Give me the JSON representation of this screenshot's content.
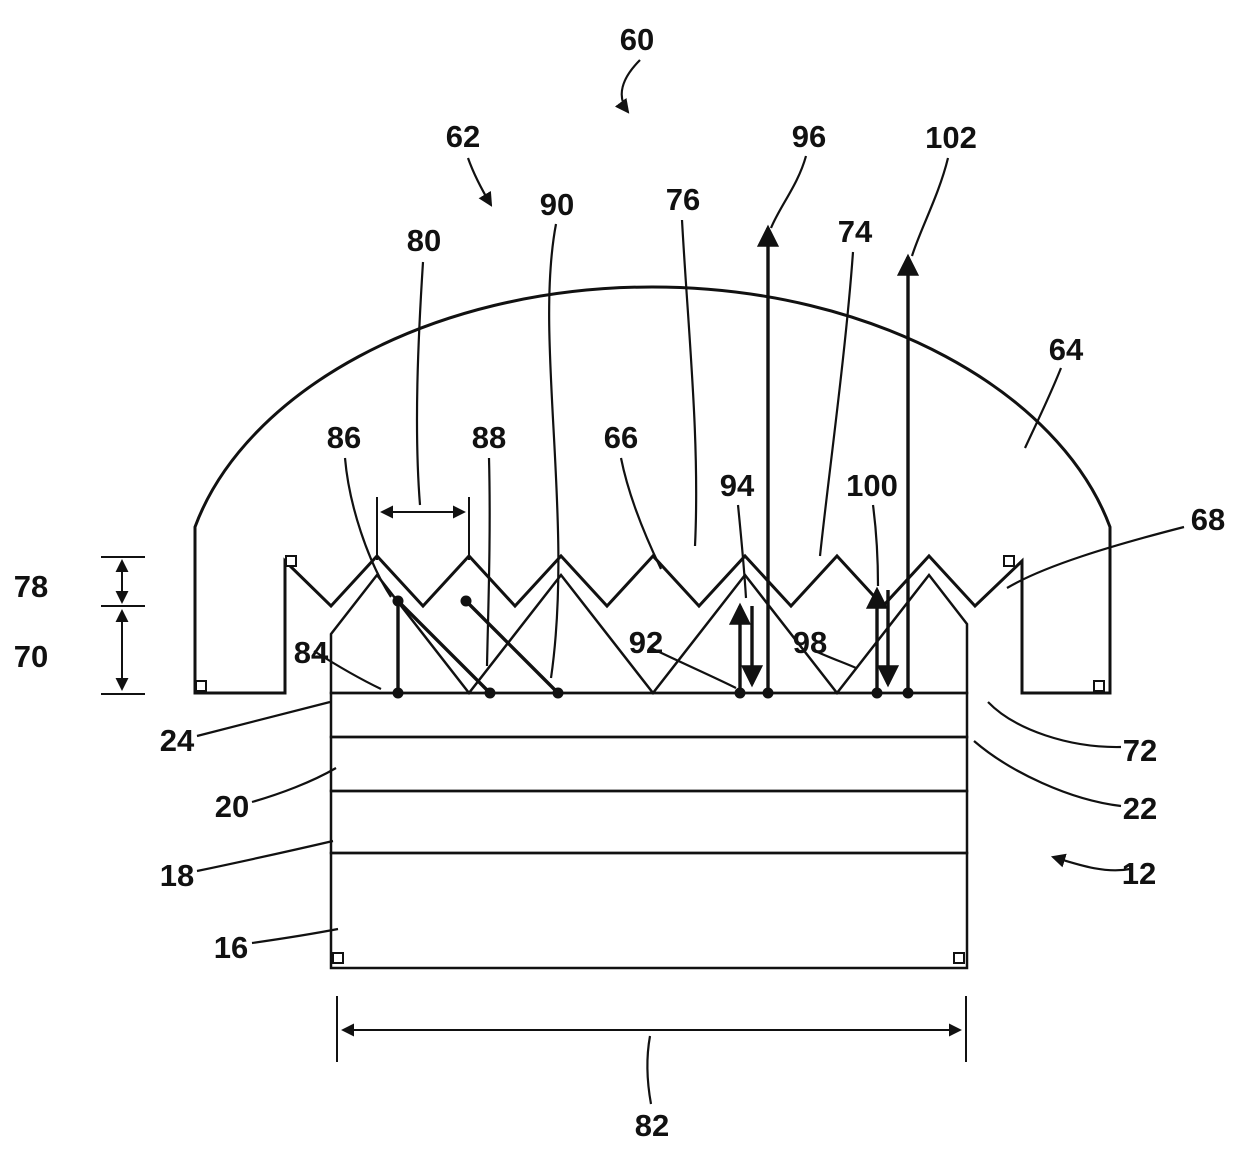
{
  "figure": {
    "kind": "patent-cross-section-diagram",
    "colors": {
      "ink": "#111111",
      "background": "#ffffff"
    }
  },
  "labels": {
    "n12": "12",
    "n16": "16",
    "n18": "18",
    "n20": "20",
    "n22": "22",
    "n24": "24",
    "n60": "60",
    "n62": "62",
    "n64": "64",
    "n66": "66",
    "n68": "68",
    "n70": "70",
    "n72": "72",
    "n74": "74",
    "n76": "76",
    "n78": "78",
    "n80": "80",
    "n82": "82",
    "n84": "84",
    "n86": "86",
    "n88": "88",
    "n90": "90",
    "n92": "92",
    "n94": "94",
    "n96": "96",
    "n98": "98",
    "n100": "100",
    "n102": "102"
  }
}
